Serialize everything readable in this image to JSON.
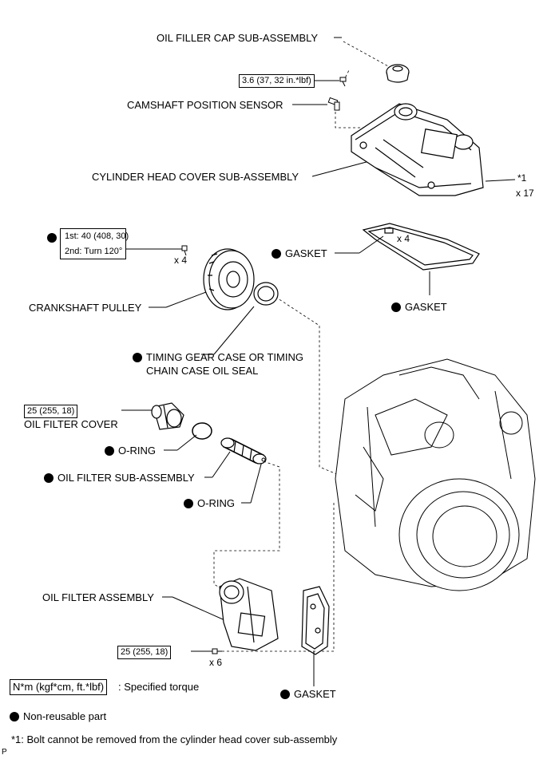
{
  "labels": {
    "oil_filler_cap": "OIL FILLER CAP SUB-ASSEMBLY",
    "camshaft_sensor": "CAMSHAFT POSITION SENSOR",
    "cylinder_head_cover": "CYLINDER HEAD COVER SUB-ASSEMBLY",
    "gasket_upper": "GASKET",
    "gasket_lower": "GASKET",
    "crankshaft_pulley": "CRANKSHAFT PULLEY",
    "timing_seal_line1": "TIMING GEAR CASE OR TIMING",
    "timing_seal_line2": "CHAIN CASE OIL SEAL",
    "oil_filter_cover": "OIL FILTER COVER",
    "o_ring_1": "O-RING",
    "oil_filter_sub": "OIL FILTER SUB-ASSEMBLY",
    "o_ring_2": "O-RING",
    "oil_filter_assembly": "OIL FILTER ASSEMBLY",
    "gasket_bottom": "GASKET"
  },
  "torques": {
    "sensor_bolt": "3.6 (37, 32 in.*lbf)",
    "pulley_step1": "1st: 40 (408, 30)",
    "pulley_step2": "2nd: Turn 120°",
    "filter_cover": "25 (255, 18)",
    "filter_assembly": "25 (255, 18)"
  },
  "quantities": {
    "cover_bolts_ref": "*1",
    "cover_bolts": "x 17",
    "pulley_bolts": "x 4",
    "gasket_x4": "x 4",
    "assembly_bolts": "x 6"
  },
  "legend": {
    "torque_unit": "N*m (kgf*cm, ft.*lbf)",
    "torque_desc": ": Specified torque",
    "nonreusable": "Non-reusable part",
    "footnote": "*1: Bolt cannot be removed from the cylinder head cover sub-assembly",
    "page_mark": "P"
  }
}
